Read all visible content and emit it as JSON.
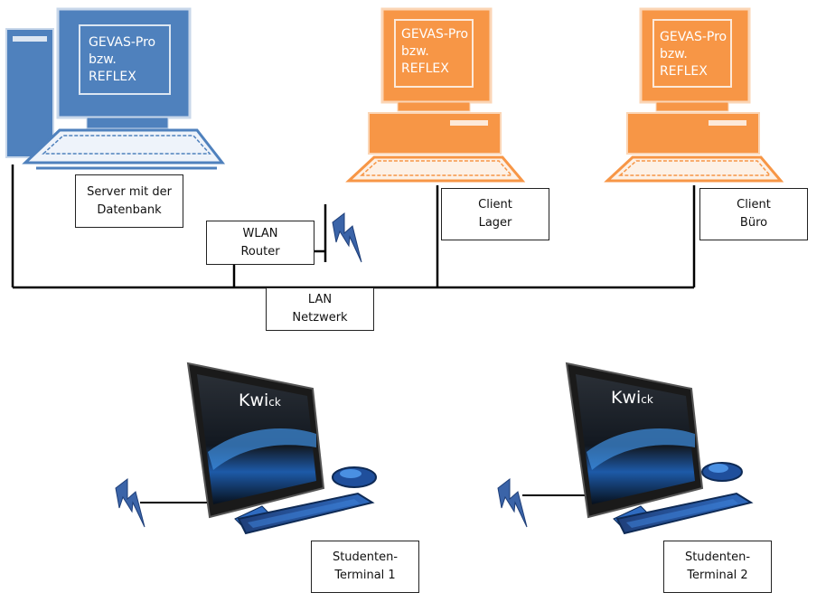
{
  "server": {
    "screen_lines": [
      "GEVAS-Pro",
      "bzw.",
      "REFLEX"
    ],
    "label_lines": [
      "Server mit der",
      "Datenbank"
    ]
  },
  "client_lager": {
    "screen_lines": [
      "GEVAS-Pro",
      "bzw.",
      "REFLEX"
    ],
    "label_lines": [
      "Client",
      "Lager"
    ]
  },
  "client_buero": {
    "screen_lines": [
      "GEVAS-Pro",
      "bzw.",
      "REFLEX"
    ],
    "label_lines": [
      "Client",
      "Büro"
    ]
  },
  "router": {
    "label_lines": [
      "WLAN",
      "Router"
    ]
  },
  "lan": {
    "label_lines": [
      "LAN",
      "Netzwerk"
    ]
  },
  "terminal1": {
    "brand": "Kwi",
    "brand_small": "ck",
    "label_lines": [
      "Studenten-",
      "Terminal 1"
    ]
  },
  "terminal2": {
    "brand": "Kwi",
    "brand_small": "ck",
    "label_lines": [
      "Studenten-",
      "Terminal 2"
    ]
  },
  "colors": {
    "server": "#4f81bd",
    "client": "#f79646",
    "lightning": "#3b64a8",
    "line": "#000000"
  }
}
